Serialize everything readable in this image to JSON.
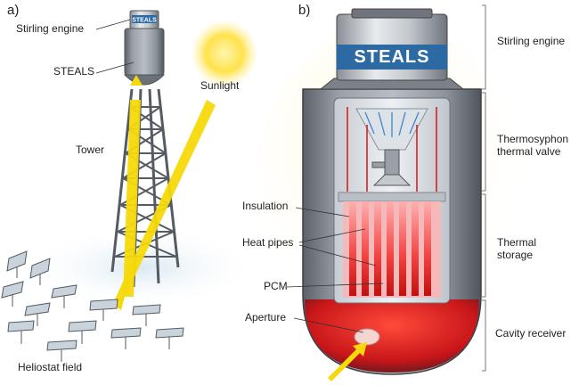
{
  "panels": {
    "a": "a)",
    "b": "b)"
  },
  "left_labels": {
    "stirling_engine": "Stirling engine",
    "steals": "STEALS",
    "sunlight": "Sunlight",
    "tower": "Tower",
    "heliostat_field": "Heliostat field"
  },
  "small_plate": "STEALS",
  "big_plate": "STEALS",
  "inner_labels": {
    "insulation": "Insulation",
    "heat_pipes": "Heat pipes",
    "pcm": "PCM",
    "aperture": "Aperture"
  },
  "sections": {
    "stirling_engine": "Stirling engine",
    "thermosyphon": "Thermosyphon thermal valve",
    "thermal_storage": "Thermal storage",
    "cavity_receiver": "Cavity receiver"
  },
  "colors": {
    "sunlight_arrow": "#f5d90a",
    "plate_blue": "#2d6aa3",
    "heat_red": "#e02020",
    "sun": "#ffe24a"
  }
}
